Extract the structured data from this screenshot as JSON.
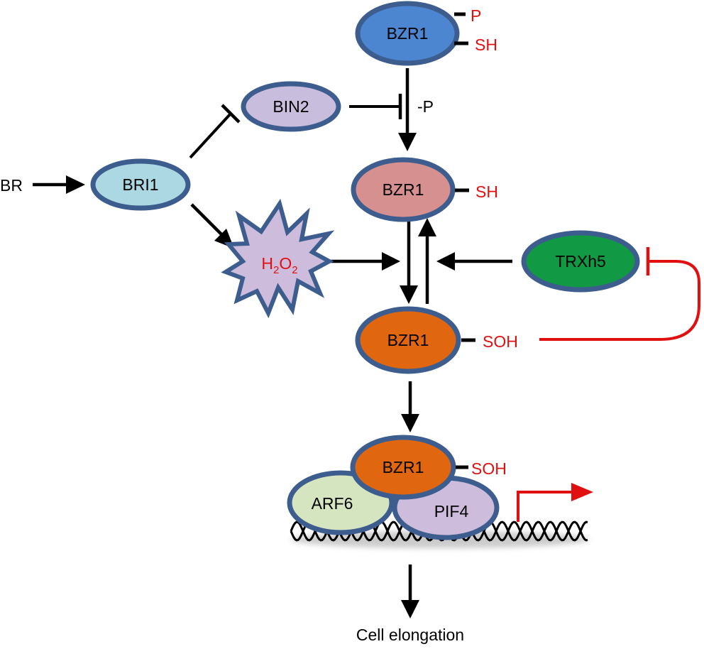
{
  "nodes": {
    "bzr1_top": {
      "label": "BZR1",
      "color": "#4d86d0",
      "mods": [
        "P",
        "SH"
      ]
    },
    "bin2": {
      "label": "BIN2",
      "color": "#c9bddd"
    },
    "bin2_effect": "-P",
    "bri1": {
      "label": "BRI1",
      "color": "#abd8e2"
    },
    "br_input": "BR",
    "bzr1_reduced": {
      "label": "BZR1",
      "color": "#d69090",
      "mod": "SH"
    },
    "h2o2": {
      "h": "H",
      "sub1": "2",
      "o": "O",
      "sub2": "2",
      "color": "#cdbcdc"
    },
    "trxh5": {
      "label": "TRXh5",
      "color": "#119944"
    },
    "bzr1_oxidized": {
      "label": "BZR1",
      "color": "#e0670f",
      "mod": "SOH"
    },
    "complex": {
      "bzr1": {
        "label": "BZR1",
        "color": "#e0670f",
        "mod": "SOH"
      },
      "arf6": {
        "label": "ARF6",
        "color": "#d5e5c0"
      },
      "pif4": {
        "label": "PIF4",
        "color": "#cdbcdc"
      }
    },
    "output": "Cell elongation"
  },
  "colors": {
    "outline": "#3d5d8f",
    "arrow": "#000000",
    "inhibition_red": "#e01010"
  }
}
